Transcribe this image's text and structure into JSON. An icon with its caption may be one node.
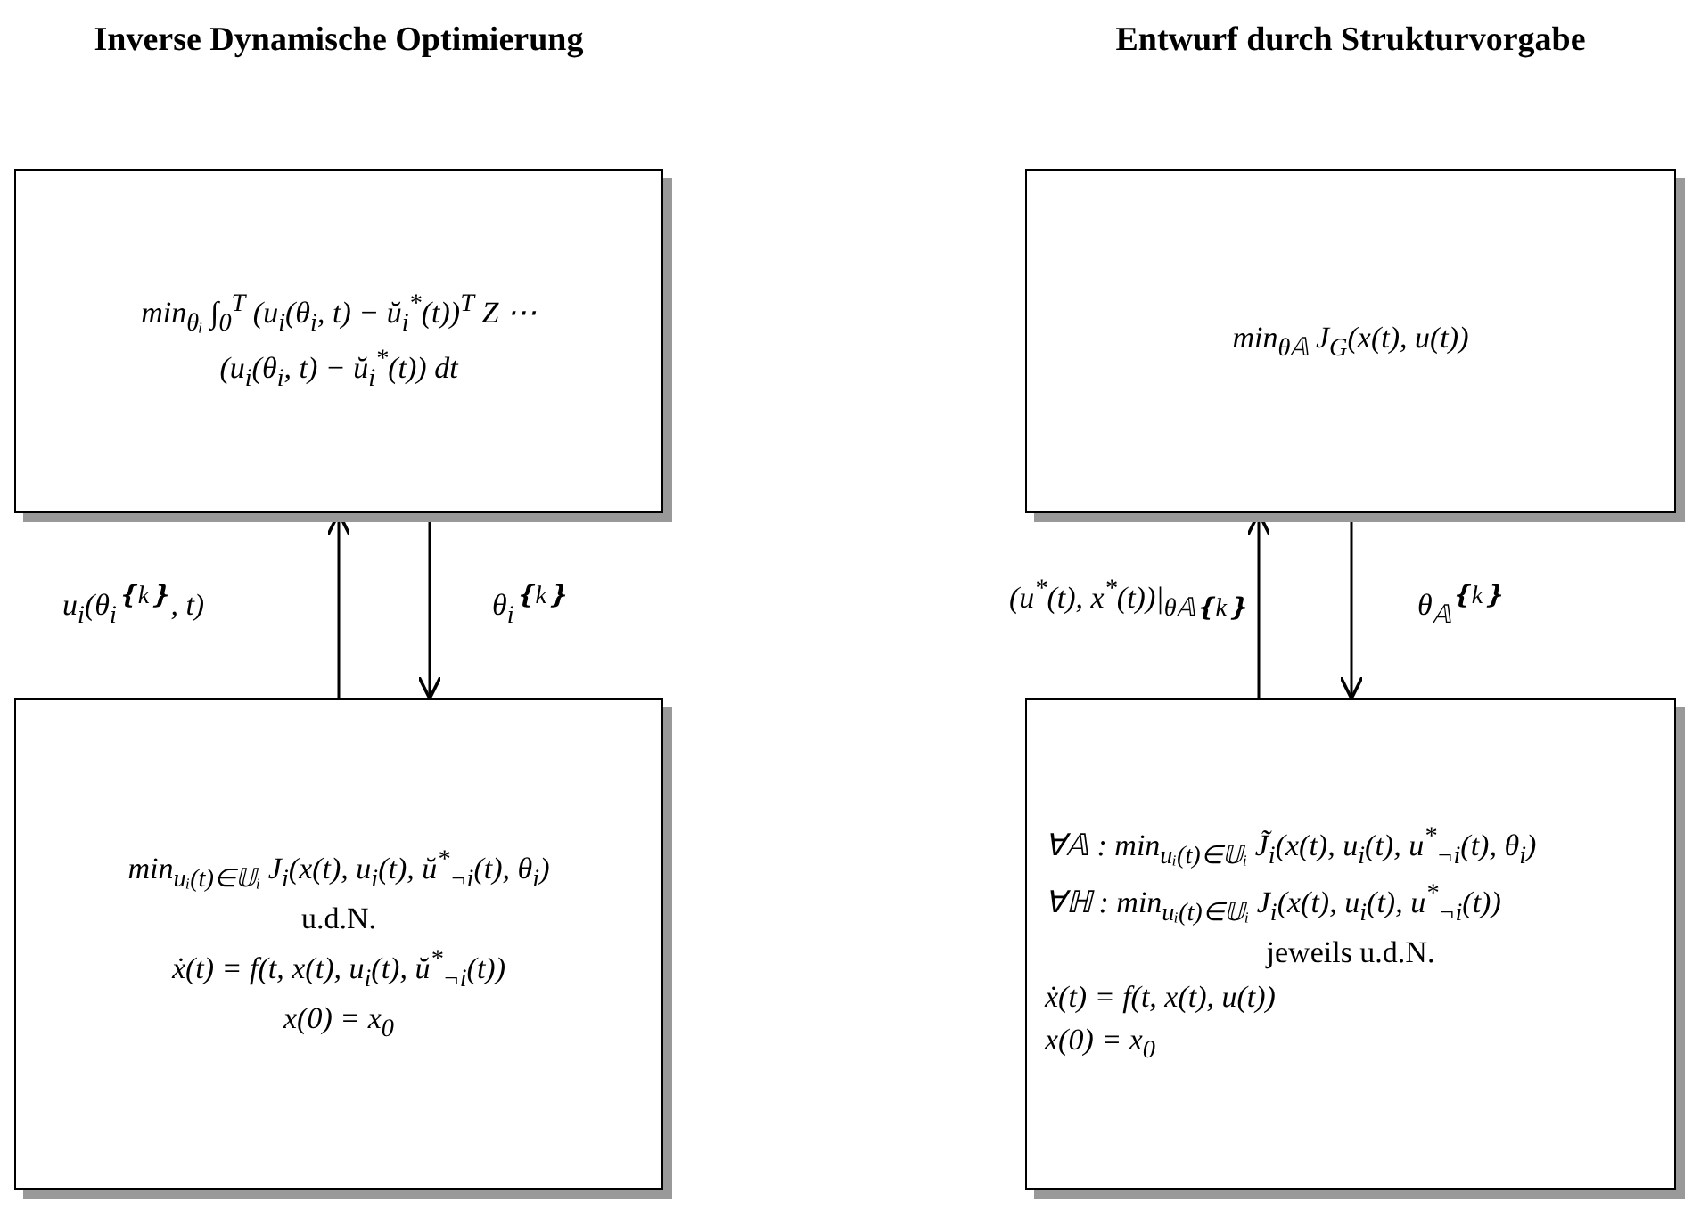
{
  "diagram": {
    "nodes": [
      {
        "text": [
          "Inverse Dynamische Optimierung",
          "min$_{θᵢ}$ ∫$_{0}$$^{T}$ (u$_{i}$(θ$_{i}$, t) − ŭ$_{i}$$^{*}$(t))$^{T}$ Z ⋯",
          "(u$_{i}$(θ$_{i}$, t) − ŭ$_{i}$$^{*}$(t)) dt"
        ]
      },
      {
        "text": [
          "min$_{uᵢ(t)∈𝕌ᵢ}$ J$_{i}$(x(t), u$_{i}$(t), ŭ$^{*}$$_{¬i}$(t), θ$_{i}$)",
          "u.d.N.",
          "ẋ(t) = f(t, x(t), u$_{i}$(t), ŭ$^{*}$$_{¬i}$(t))",
          "x(0) = x$_{0}$"
        ]
      },
      {
        "text": [
          "Entwurf durch Strukturvorgabe",
          "min$_{θ𝔸}$ J$_{G}$(x(t), u(t))"
        ]
      },
      {
        "text": [
          "∀𝔸 : min$_{uᵢ(t)∈𝕌ᵢ}$ J̃$_{i}$(x(t), u$_{i}$(t), u$^{*}$$_{¬i}$(t), θ$_{i}$)",
          "∀ℍ : min$_{uᵢ(t)∈𝕌ᵢ}$ J$_{i}$(x(t), u$_{i}$(t), u$^{*}$$_{¬i}$(t))",
          "jeweils u.d.N.",
          "ẋ(t) = f(t, x(t), u(t))",
          "x(0) = x$_{0}$"
        ]
      }
    ],
    "edges": [
      {
        "from": 1,
        "to": 0,
        "arrow": "to",
        "label": "u$_{i}$(θ$_{i}$$^{❴k❵}$, t)"
      },
      {
        "from": 0,
        "to": 1,
        "arrow": "to",
        "label": "θ$_{i}$$^{❴k❵}$"
      },
      {
        "from": 3,
        "to": 2,
        "arrow": "to",
        "label": "(u$^{*}$(t), x$^{*}$(t))|$_{θ𝔸❴k❵}$"
      },
      {
        "from": 2,
        "to": 3,
        "arrow": "to",
        "label": "θ$_{𝔸}$$^{❴k❵}$"
      }
    ]
  }
}
